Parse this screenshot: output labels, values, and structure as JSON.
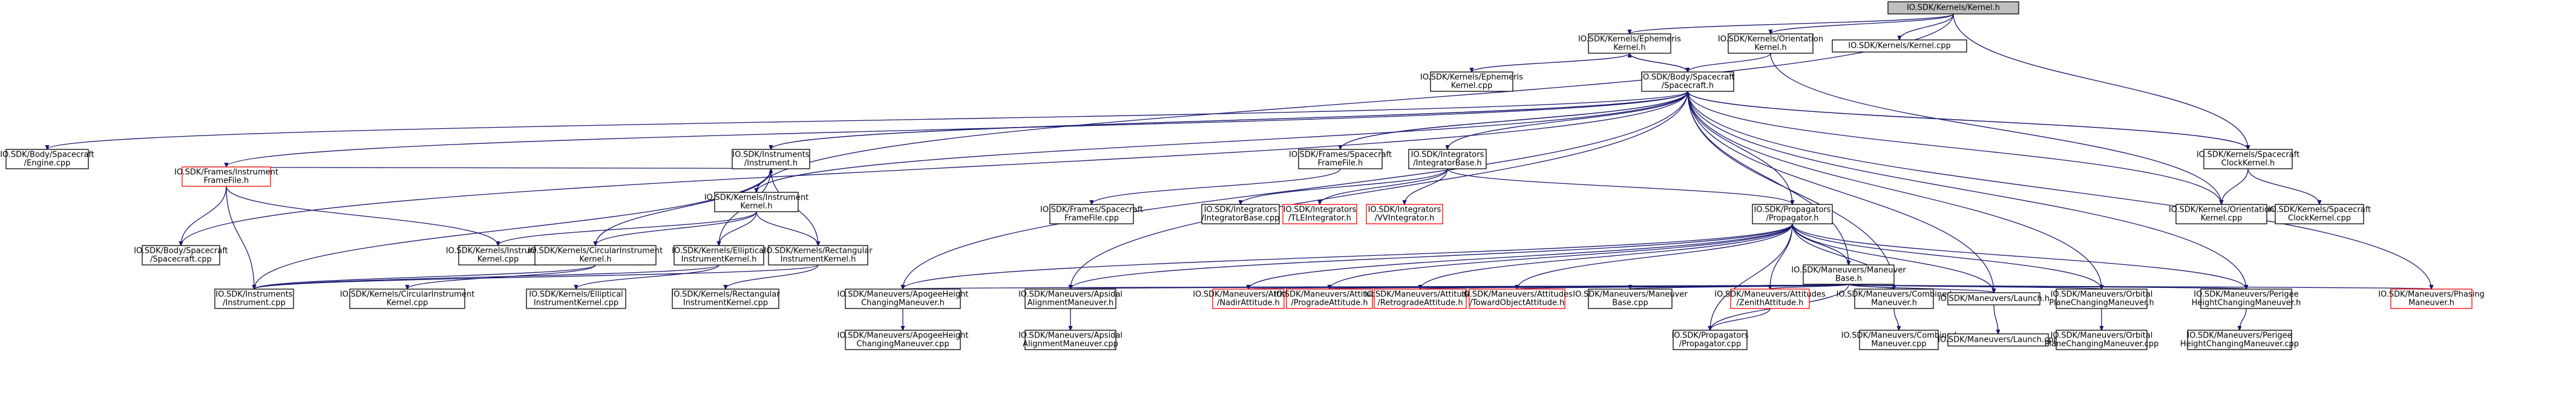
{
  "nodes": {
    "kernel_h": [
      "IO.SDK/Kernels/Kernel.h"
    ],
    "ephem_h": [
      "IO.SDK/Kernels/Ephemeris",
      "Kernel.h"
    ],
    "orient_h": [
      "IO.SDK/Kernels/Orientation",
      "Kernel.h"
    ],
    "kernel_cpp": [
      "IO.SDK/Kernels/Kernel.cpp"
    ],
    "ephem_cpp": [
      "IO.SDK/Kernels/Ephemeris",
      "Kernel.cpp"
    ],
    "spacecraft_h": [
      "IO.SDK/Body/Spacecraft",
      "/Spacecraft.h"
    ],
    "engine_cpp": [
      "IO.SDK/Body/Spacecraft",
      "/Engine.cpp"
    ],
    "instr_h": [
      "IO.SDK/Instruments",
      "/Instrument.h"
    ],
    "frames_sc_h": [
      "IO.SDK/Frames/Spacecraft",
      "FrameFile.h"
    ],
    "integ_base_h": [
      "IO.SDK/Integrators",
      "/IntegratorBase.h"
    ],
    "clock_h": [
      "IO.SDK/Kernels/Spacecraft",
      "ClockKernel.h"
    ],
    "frames_instr_h": [
      "IO.SDK/Frames/Instrument",
      "FrameFile.h"
    ],
    "instr_kernel_h": [
      "IO.SDK/Kernels/Instrument",
      "Kernel.h"
    ],
    "frames_sc_cpp": [
      "IO.SDK/Frames/Spacecraft",
      "FrameFile.cpp"
    ],
    "integ_base_cpp": [
      "IO.SDK/Integrators",
      "/IntegratorBase.cpp"
    ],
    "tle_integ_h": [
      "IO.SDK/Integrators",
      "/TLEIntegrator.h"
    ],
    "vv_integ_h": [
      "IO.SDK/Integrators",
      "/VVIntegrator.h"
    ],
    "propagator_h": [
      "IO.SDK/Propagators",
      "/Propagator.h"
    ],
    "orient_cpp": [
      "IO.SDK/Kernels/Orientation",
      "Kernel.cpp"
    ],
    "clock_cpp": [
      "IO.SDK/Kernels/Spacecraft",
      "ClockKernel.cpp"
    ],
    "sc_cpp": [
      "IO.SDK/Body/Spacecraft",
      "/Spacecraft.cpp"
    ],
    "instr_kernel_cpp": [
      "IO.SDK/Kernels/Instrument",
      "Kernel.cpp"
    ],
    "circ_h": [
      "IO.SDK/Kernels/CircularInstrument",
      "Kernel.h"
    ],
    "ellip_h": [
      "IO.SDK/Kernels/Elliptical",
      "InstrumentKernel.h"
    ],
    "rect_h": [
      "IO.SDK/Kernels/Rectangular",
      "InstrumentKernel.h"
    ],
    "man_base_h": [
      "IO.SDK/Maneuvers/Maneuver",
      "Base.h"
    ],
    "instr_cpp": [
      "IO.SDK/Instruments",
      "/Instrument.cpp"
    ],
    "circ_cpp": [
      "IO.SDK/Kernels/CircularInstrument",
      "Kernel.cpp"
    ],
    "ellip_cpp": [
      "IO.SDK/Kernels/Elliptical",
      "InstrumentKernel.cpp"
    ],
    "rect_cpp": [
      "IO.SDK/Kernels/Rectangular",
      "InstrumentKernel.cpp"
    ],
    "apogee_h": [
      "IO.SDK/Maneuvers/ApogeeHeight",
      "ChangingManeuver.h"
    ],
    "apsidal_h": [
      "IO.SDK/Maneuvers/Apsidal",
      "AlignmentManeuver.h"
    ],
    "nadir_h": [
      "IO.SDK/Maneuvers/Attitudes",
      "/NadirAttitude.h"
    ],
    "prograde_h": [
      "IO.SDK/Maneuvers/Attitudes",
      "/ProgradeAttitude.h"
    ],
    "retro_h": [
      "IO.SDK/Maneuvers/Attitudes",
      "/RetrogradeAttitude.h"
    ],
    "toward_h": [
      "IO.SDK/Maneuvers/Attitudes",
      "/TowardObjectAttitude.h"
    ],
    "man_base_cpp": [
      "IO.SDK/Maneuvers/Maneuver",
      "Base.cpp"
    ],
    "zenith_h": [
      "IO.SDK/Maneuvers/Attitudes",
      "/ZenithAttitude.h"
    ],
    "combined_h": [
      "IO.SDK/Maneuvers/Combined",
      "Maneuver.h"
    ],
    "launch_h": [
      "IO.SDK/Maneuvers/Launch.h"
    ],
    "orbital_h": [
      "IO.SDK/Maneuvers/Orbital",
      "PlaneChangingManeuver.h"
    ],
    "perigee_h": [
      "IO.SDK/Maneuvers/Perigee",
      "HeightChangingManeuver.h"
    ],
    "phasing_h": [
      "IO.SDK/Maneuvers/Phasing",
      "Maneuver.h"
    ],
    "apogee_cpp": [
      "IO.SDK/Maneuvers/ApogeeHeight",
      "ChangingManeuver.cpp"
    ],
    "apsidal_cpp": [
      "IO.SDK/Maneuvers/Apsidal",
      "AlignmentManeuver.cpp"
    ],
    "propagator_cpp": [
      "IO.SDK/Propagators",
      "/Propagator.cpp"
    ],
    "combined_cpp": [
      "IO.SDK/Maneuvers/Combined",
      "Maneuver.cpp"
    ],
    "launch_cpp": [
      "IO.SDK/Maneuvers/Launch.cpp"
    ],
    "orbital_cpp": [
      "IO.SDK/Maneuvers/Orbital",
      "PlaneChangingManeuver.cpp"
    ],
    "perigee_cpp": [
      "IO.SDK/Maneuvers/Perigee",
      "HeightChangingManeuver.cpp"
    ]
  },
  "focus_node": "kernel_h",
  "red_nodes": [
    "frames_instr_h",
    "tle_integ_h",
    "vv_integ_h",
    "nadir_h",
    "prograde_h",
    "retro_h",
    "toward_h",
    "zenith_h",
    "phasing_h"
  ],
  "edges": [
    [
      "kernel_h",
      "ephem_h"
    ],
    [
      "kernel_h",
      "orient_h"
    ],
    [
      "kernel_h",
      "kernel_cpp"
    ],
    [
      "kernel_h",
      "instr_kernel_h"
    ],
    [
      "kernel_h",
      "clock_h"
    ],
    [
      "ephem_h",
      "ephem_cpp"
    ],
    [
      "ephem_h",
      "spacecraft_h"
    ],
    [
      "orient_h",
      "spacecraft_h"
    ],
    [
      "orient_h",
      "orient_cpp"
    ],
    [
      "spacecraft_h",
      "ephem_h"
    ],
    [
      "spacecraft_h",
      "engine_cpp"
    ],
    [
      "spacecraft_h",
      "instr_h"
    ],
    [
      "spacecraft_h",
      "frames_sc_h"
    ],
    [
      "spacecraft_h",
      "integ_base_h"
    ],
    [
      "spacecraft_h",
      "clock_h"
    ],
    [
      "spacecraft_h",
      "frames_instr_h"
    ],
    [
      "spacecraft_h",
      "instr_kernel_h"
    ],
    [
      "spacecraft_h",
      "propagator_h"
    ],
    [
      "spacecraft_h",
      "sc_cpp"
    ],
    [
      "spacecraft_h",
      "orient_cpp"
    ],
    [
      "spacecraft_h",
      "man_base_h"
    ],
    [
      "spacecraft_h",
      "apogee_h"
    ],
    [
      "spacecraft_h",
      "apsidal_h"
    ],
    [
      "spacecraft_h",
      "combined_h"
    ],
    [
      "spacecraft_h",
      "launch_h"
    ],
    [
      "spacecraft_h",
      "orbital_h"
    ],
    [
      "spacecraft_h",
      "perigee_h"
    ],
    [
      "spacecraft_h",
      "phasing_h"
    ],
    [
      "instr_h",
      "frames_instr_h"
    ],
    [
      "instr_h",
      "instr_kernel_h"
    ],
    [
      "instr_h",
      "circ_h"
    ],
    [
      "instr_h",
      "ellip_h"
    ],
    [
      "instr_h",
      "rect_h"
    ],
    [
      "instr_h",
      "instr_cpp"
    ],
    [
      "instr_h",
      "spacecraft_h"
    ],
    [
      "frames_sc_h",
      "frames_sc_cpp"
    ],
    [
      "frames_sc_h",
      "spacecraft_h"
    ],
    [
      "integ_base_h",
      "integ_base_cpp"
    ],
    [
      "integ_base_h",
      "tle_integ_h"
    ],
    [
      "integ_base_h",
      "vv_integ_h"
    ],
    [
      "integ_base_h",
      "propagator_h"
    ],
    [
      "clock_h",
      "orient_cpp"
    ],
    [
      "clock_h",
      "clock_cpp"
    ],
    [
      "clock_h",
      "spacecraft_h"
    ],
    [
      "frames_instr_h",
      "sc_cpp"
    ],
    [
      "frames_instr_h",
      "instr_kernel_cpp"
    ],
    [
      "frames_instr_h",
      "instr_cpp"
    ],
    [
      "instr_kernel_h",
      "instr_h"
    ],
    [
      "instr_kernel_h",
      "instr_kernel_cpp"
    ],
    [
      "instr_kernel_h",
      "circ_h"
    ],
    [
      "instr_kernel_h",
      "ellip_h"
    ],
    [
      "instr_kernel_h",
      "rect_h"
    ],
    [
      "circ_h",
      "instr_cpp"
    ],
    [
      "circ_h",
      "circ_cpp"
    ],
    [
      "ellip_h",
      "instr_cpp"
    ],
    [
      "ellip_h",
      "ellip_cpp"
    ],
    [
      "rect_h",
      "instr_cpp"
    ],
    [
      "rect_h",
      "rect_cpp"
    ],
    [
      "propagator_h",
      "man_base_h"
    ],
    [
      "propagator_h",
      "apogee_h"
    ],
    [
      "propagator_h",
      "apsidal_h"
    ],
    [
      "propagator_h",
      "nadir_h"
    ],
    [
      "propagator_h",
      "prograde_h"
    ],
    [
      "propagator_h",
      "retro_h"
    ],
    [
      "propagator_h",
      "toward_h"
    ],
    [
      "propagator_h",
      "zenith_h"
    ],
    [
      "propagator_h",
      "combined_h"
    ],
    [
      "propagator_h",
      "launch_h"
    ],
    [
      "propagator_h",
      "orbital_h"
    ],
    [
      "propagator_h",
      "perigee_h"
    ],
    [
      "propagator_h",
      "propagator_cpp"
    ],
    [
      "man_base_h",
      "apogee_h"
    ],
    [
      "man_base_h",
      "apsidal_h"
    ],
    [
      "man_base_h",
      "nadir_h"
    ],
    [
      "man_base_h",
      "prograde_h"
    ],
    [
      "man_base_h",
      "retro_h"
    ],
    [
      "man_base_h",
      "toward_h"
    ],
    [
      "man_base_h",
      "man_base_cpp"
    ],
    [
      "man_base_h",
      "zenith_h"
    ],
    [
      "man_base_h",
      "combined_h"
    ],
    [
      "man_base_h",
      "launch_h"
    ],
    [
      "man_base_h",
      "orbital_h"
    ],
    [
      "man_base_h",
      "perigee_h"
    ],
    [
      "man_base_h",
      "phasing_h"
    ],
    [
      "man_base_h",
      "propagator_cpp"
    ],
    [
      "apogee_h",
      "apogee_cpp"
    ],
    [
      "apsidal_h",
      "apsidal_cpp"
    ],
    [
      "zenith_h",
      "propagator_cpp"
    ],
    [
      "combined_h",
      "combined_cpp"
    ],
    [
      "launch_h",
      "launch_cpp"
    ],
    [
      "orbital_h",
      "orbital_cpp"
    ],
    [
      "perigee_h",
      "perigee_cpp"
    ]
  ]
}
